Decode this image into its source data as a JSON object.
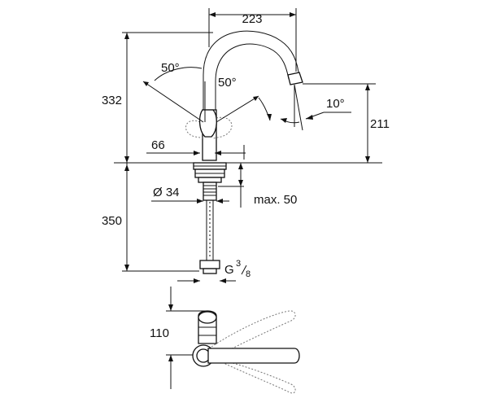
{
  "dimensions": {
    "spout_reach": "223",
    "total_height": "332",
    "spout_height": "211",
    "below_counter": "350",
    "lever_angle_left": "50°",
    "lever_angle_right": "50°",
    "spout_tilt": "10°",
    "lever_offset": "66",
    "hole_diameter": "Ø 34",
    "max_thickness": "max. 50",
    "connection_thread": "G",
    "thread_numerator": "3",
    "thread_denominator": "8",
    "lever_swing_depth": "110"
  },
  "colors": {
    "line": "#111111",
    "ghost_line": "#777777",
    "background": "#ffffff"
  }
}
